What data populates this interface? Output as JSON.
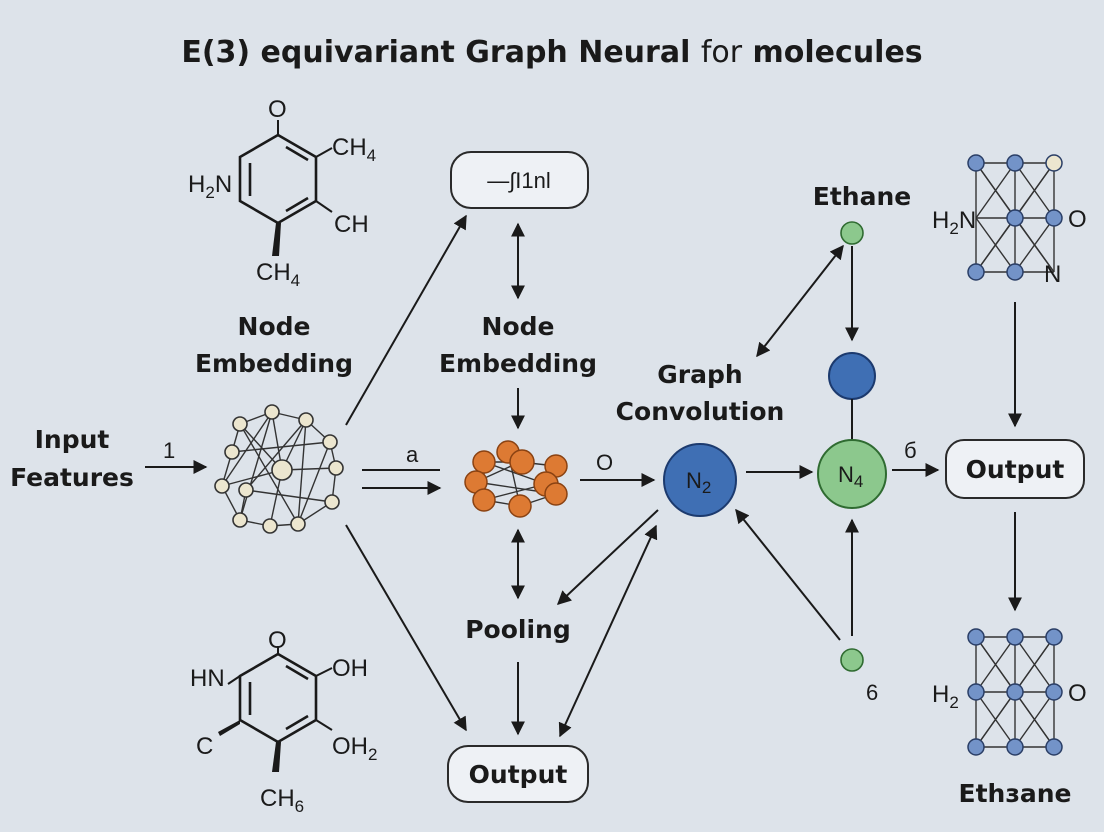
{
  "title": {
    "main": "E(3) equivariant Graph Neural",
    "connector": "for",
    "tail": "molecules"
  },
  "labels": {
    "node_embedding_left_1": "Node",
    "node_embedding_left_2": "Embedding",
    "node_embedding_mid_1": "Node",
    "node_embedding_mid_2": "Embedding",
    "graph_conv_1": "Graph",
    "graph_conv_2": "Convolution",
    "input_1": "Input",
    "input_2": "Features",
    "pooling": "Pooling",
    "output_bottom": "Output",
    "output_right": "Output",
    "ethane_top": "Ethane",
    "ethane_bottom": "Ethзane",
    "formula_box": "—∫I1nl"
  },
  "edge_labels": {
    "arrow_1": "1",
    "arrow_a": "a",
    "arrow_o": "O",
    "arrow_b": "б",
    "node_6": "6"
  },
  "nodes": {
    "n2": "N",
    "n2_sub": "2",
    "n4": "N",
    "n4_sub": "4"
  },
  "molecule_top": {
    "o": "O",
    "ch4_right": "CH",
    "ch4_right_sub": "4",
    "h2n": "H",
    "h2n_sub": "2",
    "h2n_n": "N",
    "ch": "CH",
    "ch4_bottom": "CH",
    "ch4_bottom_sub": "4"
  },
  "molecule_bottom": {
    "o": "O",
    "hn": "HN",
    "oh": "OH",
    "c": "C",
    "oh2": "OH",
    "oh2_sub": "2",
    "ch6": "CH",
    "ch6_sub": "6"
  },
  "lattice_top": {
    "h2n": "H",
    "h2n_sub": "2",
    "h2n_n": "N",
    "o": "O",
    "n": "N"
  },
  "lattice_bottom": {
    "h2": "H",
    "h2_sub": "2",
    "o": "O"
  },
  "colors": {
    "background": "#dde3ea",
    "orange": "#dd7a33",
    "blue": "#3f6fb4",
    "green": "#8cc88d",
    "cream": "#ece6cf",
    "lattice_blue": "#7393c8"
  }
}
